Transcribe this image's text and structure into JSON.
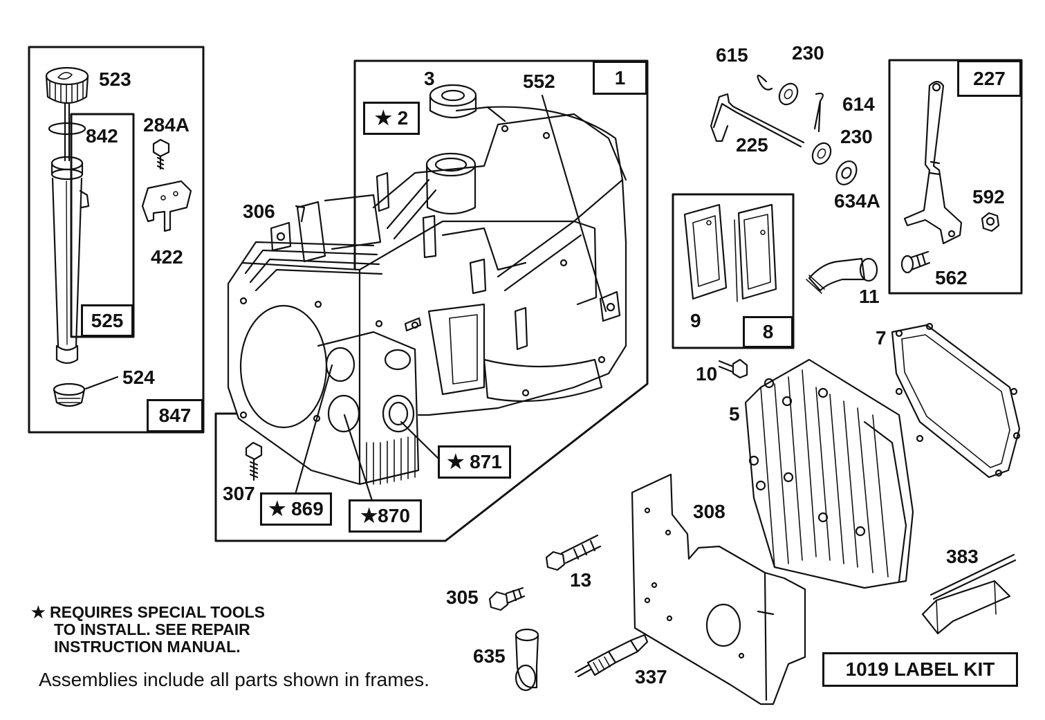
{
  "callouts": {
    "p523": "523",
    "p842": "842",
    "p284a": "284A",
    "p422": "422",
    "p524": "524",
    "p3": "3",
    "p552": "552",
    "p306": "306",
    "p307": "307",
    "p615": "615",
    "p230a": "230",
    "p614": "614",
    "p225": "225",
    "p230b": "230",
    "p634a": "634A",
    "p592": "592",
    "p562": "562",
    "p11": "11",
    "p9": "9",
    "p10": "10",
    "p7": "7",
    "p5": "5",
    "p308": "308",
    "p13": "13",
    "p305": "305",
    "p635": "635",
    "p337": "337",
    "p383": "383"
  },
  "frames": {
    "f847": "847",
    "f525": "525",
    "f1": "1",
    "f2": "★ 2",
    "f227": "227",
    "f8": "8",
    "f869": "★ 869",
    "f870": "★870",
    "f871": "★ 871",
    "label_kit": "1019 LABEL KIT"
  },
  "notes": {
    "star_line1": "★ REQUIRES SPECIAL TOOLS",
    "star_line2": "TO INSTALL.  SEE REPAIR",
    "star_line3": "INSTRUCTION MANUAL.",
    "assemblies": "Assemblies include all parts shown in frames."
  }
}
